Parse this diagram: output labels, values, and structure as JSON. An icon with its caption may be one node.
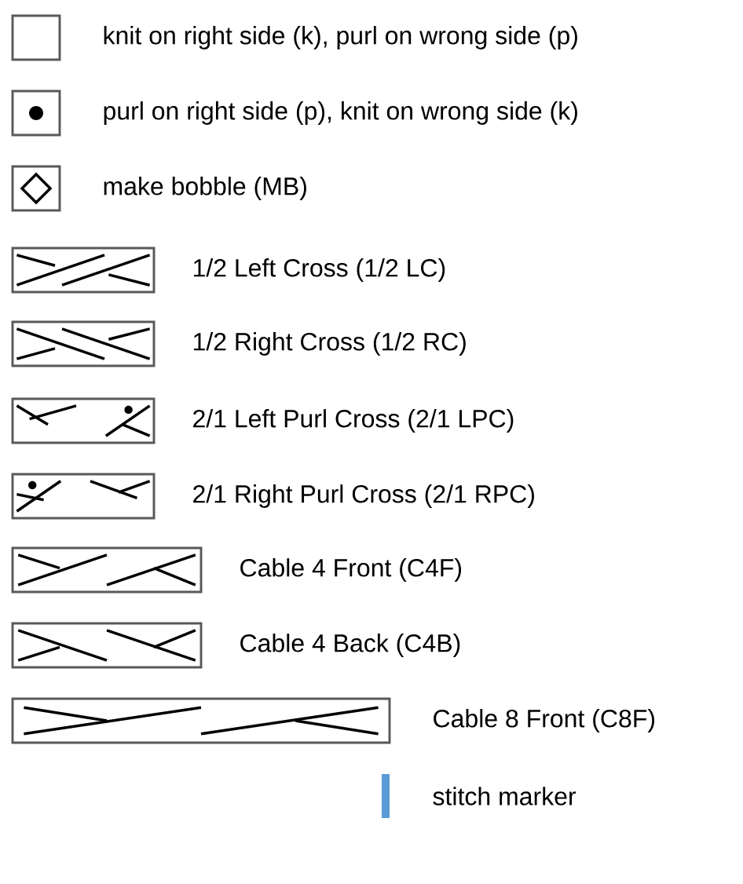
{
  "diagram": {
    "legend": [
      {
        "text": "knit on right side (k), purl on wrong side (p)"
      },
      {
        "text": "purl on right side (p), knit on wrong side (k)"
      },
      {
        "text": "make bobble (MB)"
      },
      {
        "text": "1/2 Left Cross (1/2 LC)"
      },
      {
        "text": "1/2 Right Cross (1/2 RC)"
      },
      {
        "text": "2/1 Left Purl Cross (2/1 LPC)"
      },
      {
        "text": "2/1 Right Purl Cross (2/1 RPC)"
      },
      {
        "text": "Cable 4 Front (C4F)"
      },
      {
        "text": "Cable 4 Back (C4B)"
      },
      {
        "text": "Cable 8 Front (C8F)"
      },
      {
        "text": "stitch marker",
        "color": "#5b9bd5"
      }
    ]
  }
}
